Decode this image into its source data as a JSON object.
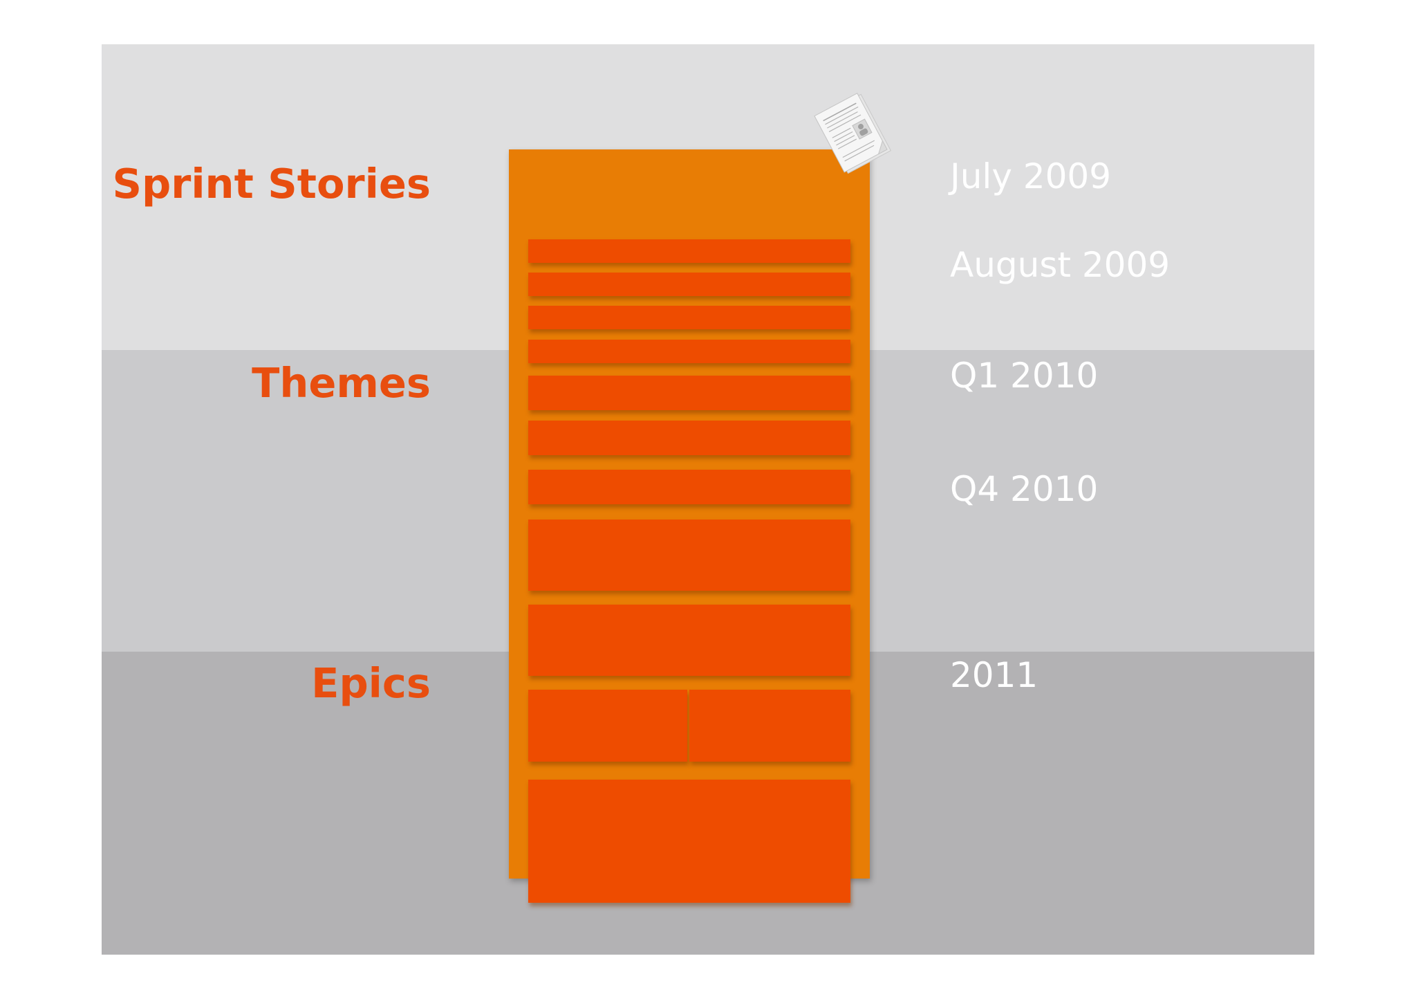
{
  "colors": {
    "label_orange": "#e84e0f",
    "date_white": "#ffffff",
    "backlog_orange": "#e87d05",
    "item_red_orange": "#ee4c00",
    "band_stories": "#dfdfe0",
    "band_themes": "#cacacc",
    "band_epics": "#b3b2b4"
  },
  "labels": {
    "sprint_stories": "Sprint Stories",
    "themes": "Themes",
    "epics": "Epics"
  },
  "dates": {
    "july_2009": "July 2009",
    "august_2009": "August 2009",
    "q1_2010": "Q1 2010",
    "q4_2010": "Q4 2010",
    "y2011": "2011"
  },
  "icons": {
    "document": "document-icon"
  }
}
